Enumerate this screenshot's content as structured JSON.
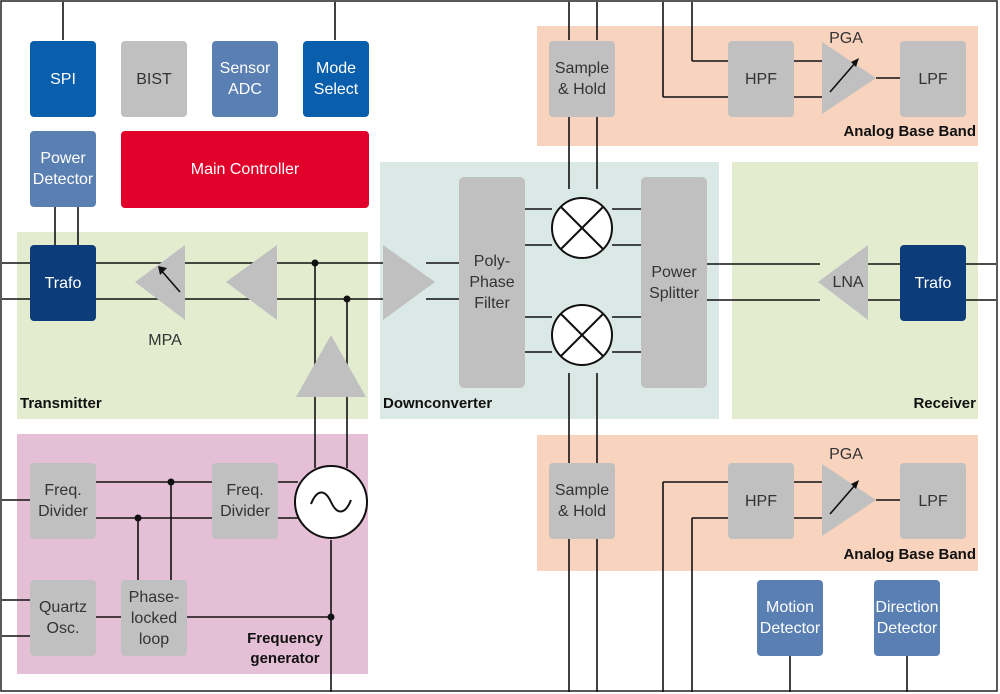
{
  "colors": {
    "dark_blue": "#0c3d7a",
    "blue": "#0a5fad",
    "slate_blue": "#5a7fb3",
    "gray_block": "#c0c0c0",
    "red": "#e0002a",
    "green_region": "#e4ecd0",
    "teal_region": "#dbe9e6",
    "orange_region": "#f8d3bd",
    "pink_region": "#e5bfd6"
  },
  "blocks": {
    "spi": "SPI",
    "bist": "BIST",
    "sensor_adc": "Sensor\nADC",
    "mode_select": "Mode\nSelect",
    "power_detector": "Power\nDetector",
    "main_controller": "Main Controller",
    "trafo_tx": "Trafo",
    "polyphase_filter": "Poly-\nPhase\nFilter",
    "power_splitter": "Power\nSplitter",
    "lna": "LNA",
    "trafo_rx": "Trafo",
    "sample_hold_top": "Sample\n& Hold",
    "hpf_top": "HPF",
    "lpf_top": "LPF",
    "pga_top": "PGA",
    "sample_hold_bottom": "Sample\n& Hold",
    "hpf_bottom": "HPF",
    "lpf_bottom": "LPF",
    "pga_bottom": "PGA",
    "freq_divider_left": "Freq.\nDivider",
    "freq_divider_right": "Freq.\nDivider",
    "quartz_osc": "Quartz\nOsc.",
    "pll": "Phase-\nlocked\nloop",
    "motion_detector": "Motion\nDetector",
    "direction_detector": "Direction\nDetector",
    "mpa": "MPA"
  },
  "sections": {
    "transmitter": "Transmitter",
    "downconverter": "Downconverter",
    "receiver": "Receiver",
    "frequency_generator": "Frequency\ngenerator",
    "analog_base_band_top": "Analog Base Band",
    "analog_base_band_bottom": "Analog Base Band"
  }
}
